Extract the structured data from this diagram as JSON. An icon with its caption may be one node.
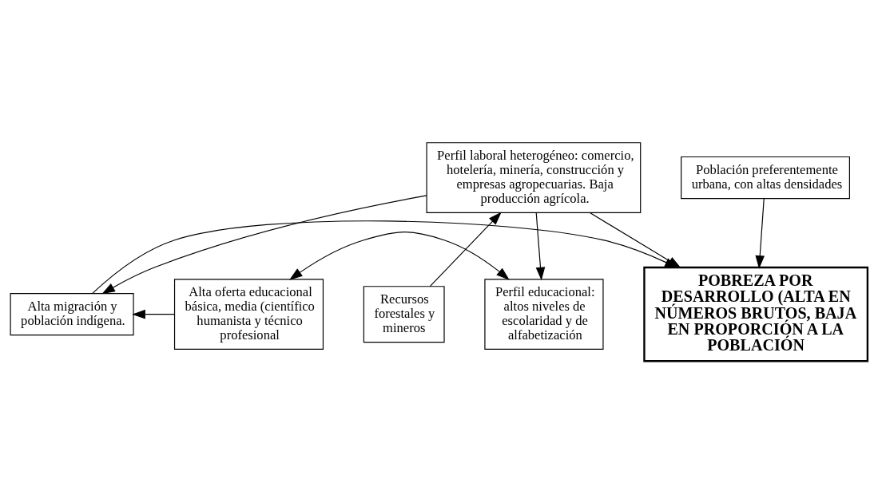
{
  "diagram": {
    "nodes": [
      {
        "text": [
          "Perfil laboral heterogéneo: comercio, hotelería, minería, construcción y empresas agropecuarias. Baja producción agrícola."
        ]
      },
      {
        "text": [
          "Población preferentemente urbana, con altas densidades"
        ]
      },
      {
        "text": [
          "Alta migración y población indígena."
        ]
      },
      {
        "text": [
          "POBREZA POR DESARROLLO (ALTA EN NÚMEROS BRUTOS, BAJA EN PROPORCIÓN A LA POBLACIÓN"
        ]
      },
      {
        "text": [
          "Recursos forestales y mineros"
        ]
      },
      {
        "text": [
          "Alta oferta educacional básica, media (científico humanista y técnico profesional"
        ]
      },
      {
        "text": [
          "Perfil educacional: altos niveles de escolaridad y de alfabetización"
        ]
      }
    ],
    "edges": [
      {
        "from": 4,
        "to": 0,
        "arrow": "to"
      },
      {
        "from": 0,
        "to": 3,
        "arrow": "to"
      },
      {
        "from": 1,
        "to": 3,
        "arrow": "to"
      },
      {
        "from": 0,
        "to": 2,
        "arrow": "to"
      },
      {
        "from": 0,
        "to": 6,
        "arrow": "to"
      },
      {
        "from": 2,
        "to": 3,
        "arrow": "to"
      },
      {
        "from": 5,
        "to": 2,
        "arrow": "to"
      },
      {
        "from": 5,
        "to": 6,
        "arrow": "both"
      }
    ]
  }
}
